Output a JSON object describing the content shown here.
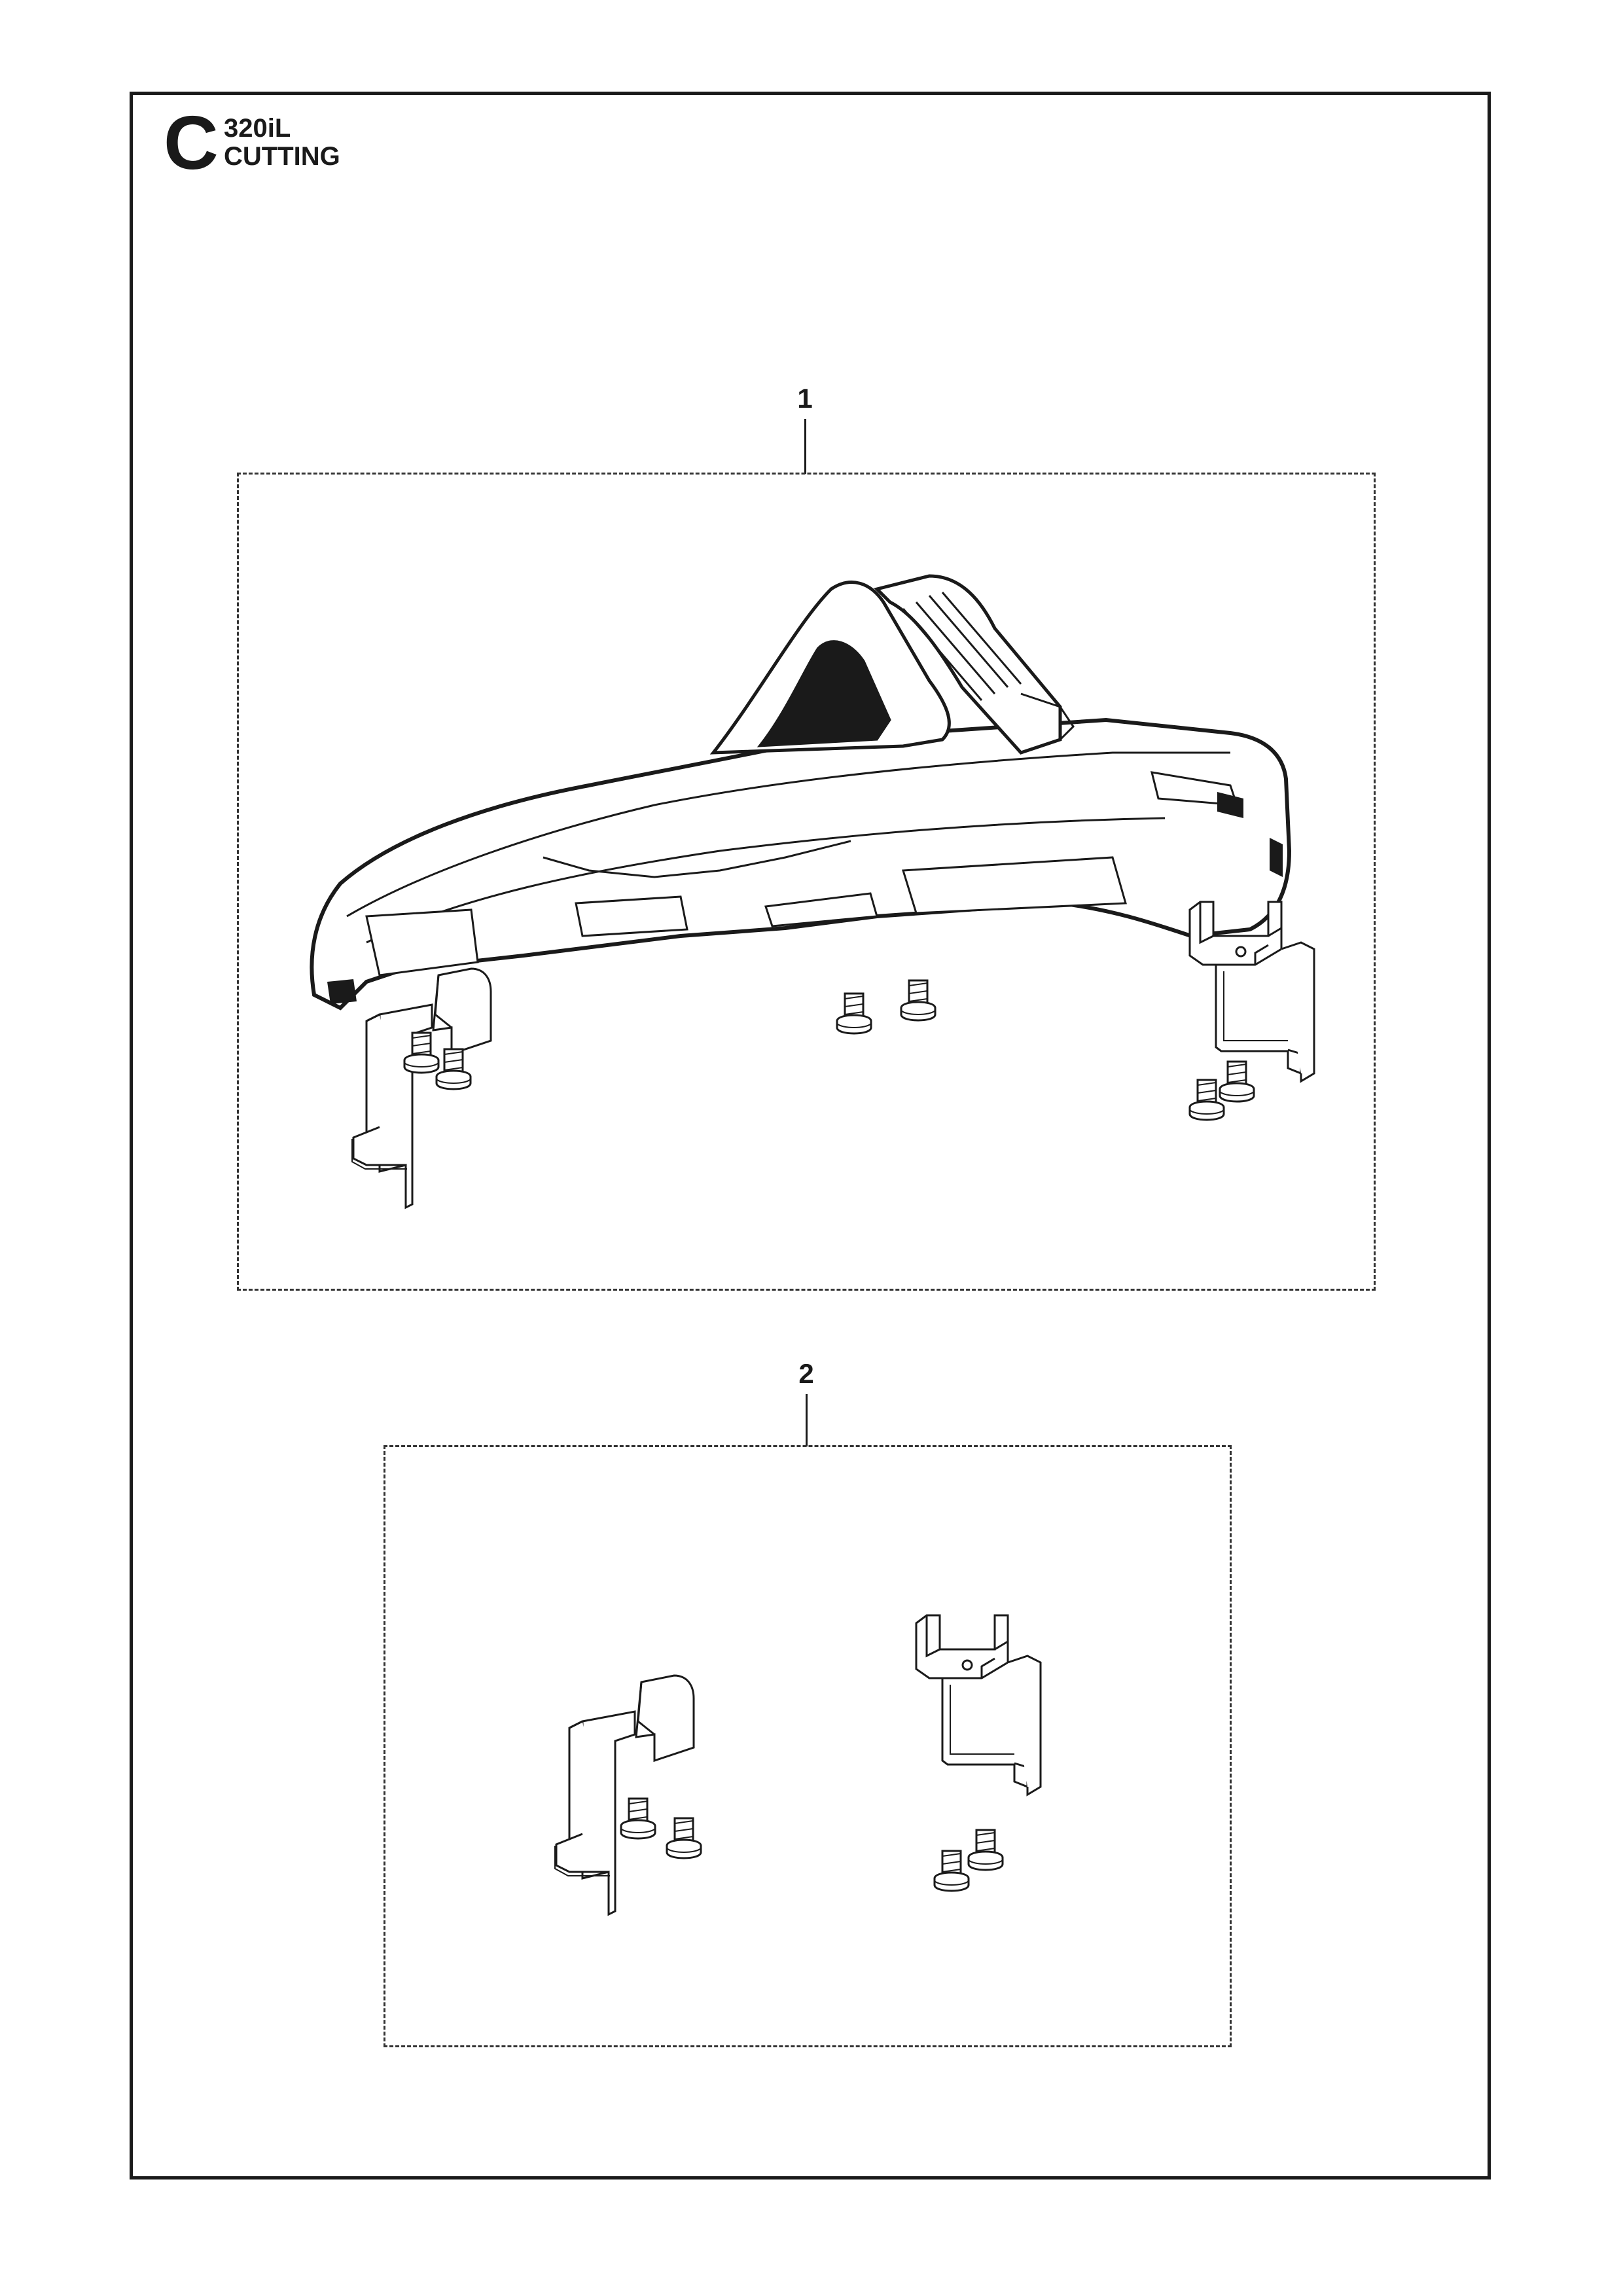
{
  "header": {
    "section_letter": "C",
    "model": "320iL",
    "category": "CUTTING"
  },
  "callouts": [
    {
      "number": "1"
    },
    {
      "number": "2"
    }
  ],
  "icons": [
    "guard-assembly-icon",
    "bracket-icon",
    "screw-icon"
  ],
  "colors": {
    "line": "#1a1a1a",
    "fill": "#ffffff"
  }
}
